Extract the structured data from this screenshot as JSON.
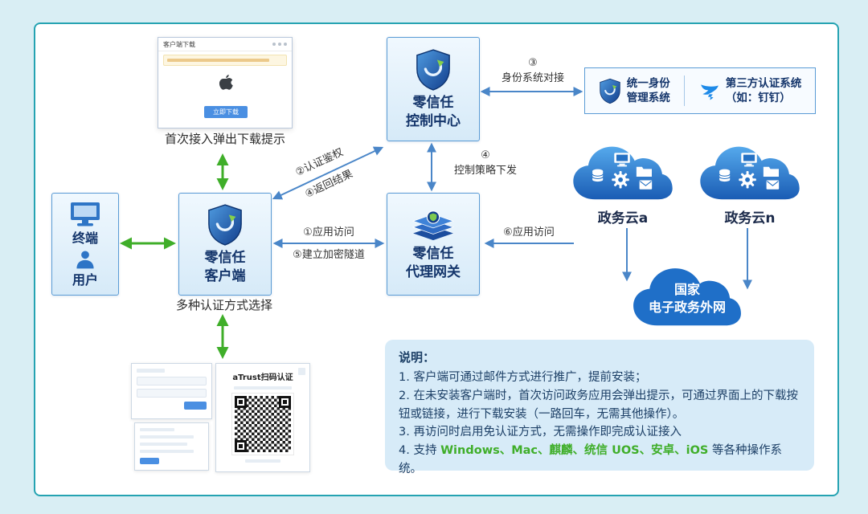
{
  "colors": {
    "background": "#d9eef4",
    "panel_border": "#25a3b2",
    "node_border": "#5a9bd5",
    "node_text": "#14356b",
    "arrow_blue": "#4a86c8",
    "arrow_green": "#3fae29",
    "cloud_blue": "#1f6fc8",
    "notes_bg": "#d7ebf8",
    "green_text": "#3fae29"
  },
  "icons": {
    "shield": "aTrust-shield-logo",
    "monitor": "terminal-monitor",
    "user": "person",
    "gateway": "stacked-gateway-boxes",
    "dingtalk": "dingtalk-wing",
    "cloud": "cloud",
    "apple": "apple-logo",
    "qr": "qr-code"
  },
  "download_prompt": {
    "window_title": "客户端下载",
    "button_label": "立即下载",
    "caption": "首次接入弹出下载提示"
  },
  "terminal": {
    "line1": "终端",
    "line2": "用户"
  },
  "client": {
    "line1": "零信任",
    "line2": "客户端",
    "caption": "多种认证方式选择"
  },
  "control_center": {
    "line1": "零信任",
    "line2": "控制中心"
  },
  "gateway": {
    "line1": "零信任",
    "line2": "代理网关"
  },
  "identity_systems": {
    "unified_line1": "统一身份",
    "unified_line2": "管理系统",
    "third_party_line1": "第三方认证系统",
    "third_party_line2": "（如：钉钉）"
  },
  "clouds": {
    "cloud_a_label": "政务云a",
    "cloud_n_label": "政务云n",
    "extranet_line1": "国家",
    "extranet_line2": "电子政务外网"
  },
  "flows": {
    "f1": "①应用访问",
    "f2": "②认证鉴权",
    "f3_num": "③",
    "f3_label": "身份系统对接",
    "f4_return": "④返回结果",
    "f4_num": "④",
    "f4_label": "控制策略下发",
    "f5": "⑤建立加密隧道",
    "f6": "⑥应用访问"
  },
  "auth_screens": {
    "qr_title": "aTrust扫码认证"
  },
  "notes": {
    "title": "说明：",
    "item1": "1. 客户端可通过邮件方式进行推广，提前安装；",
    "item2": "2. 在未安装客户端时，首次访问政务应用会弹出提示，可通过界面上的下载按钮或链接，进行下载安装（一路回车，无需其他操作）。",
    "item3": "3. 再访问时启用免认证方式，无需操作即完成认证接入",
    "item4_prefix": "4. 支持 ",
    "item4_green": "Windows、Mac、麒麟、统信 UOS、安卓、iOS",
    "item4_suffix": " 等各种操作系统。"
  }
}
